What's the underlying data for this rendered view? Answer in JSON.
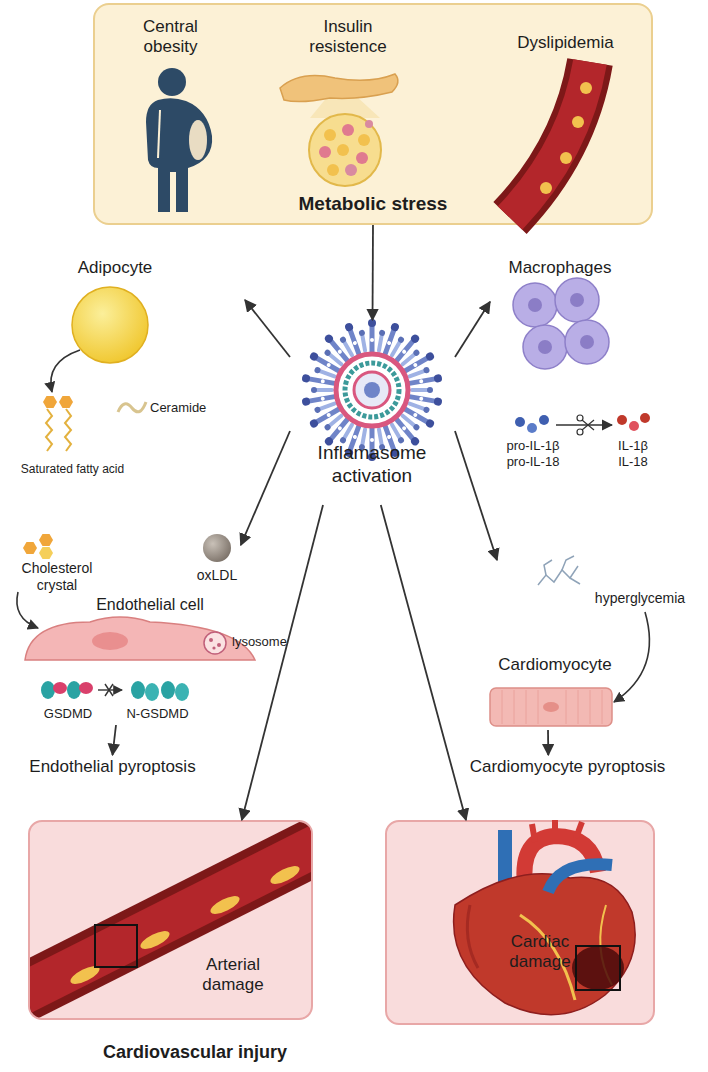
{
  "diagram": {
    "caption": "Cardiovascular injury",
    "nodes": [
      {
        "text": [
          "Central obesity",
          "Insulin resistence",
          "Dyslipidemia",
          "Metabolic stress"
        ]
      },
      {
        "text": [
          "Inflamasome activation"
        ]
      },
      {
        "text": [
          "Adipocyte"
        ]
      },
      {
        "text": [
          "Macrophages"
        ]
      },
      {
        "text": [
          "Endothelial cell"
        ]
      },
      {
        "text": [
          "Cardiomyocyte"
        ]
      },
      {
        "text": [
          "Endothelial pyroptosis"
        ]
      },
      {
        "text": [
          "Cardiomyocyte pyroptosis"
        ]
      },
      {
        "text": [
          "Arterial damage"
        ]
      },
      {
        "text": [
          "Cardiac damage"
        ]
      }
    ],
    "edges": [
      {
        "from": 0,
        "to": 1,
        "arrow": "to"
      },
      {
        "from": 1,
        "to": 2,
        "arrow": "to"
      },
      {
        "from": 1,
        "to": 3,
        "arrow": "to"
      },
      {
        "from": 1,
        "to": 4,
        "arrow": "to"
      },
      {
        "from": 1,
        "to": 5,
        "arrow": "to"
      },
      {
        "from": 4,
        "to": 6,
        "arrow": "to"
      },
      {
        "from": 5,
        "to": 7,
        "arrow": "to"
      },
      {
        "from": 1,
        "to": 8,
        "arrow": "to"
      },
      {
        "from": 1,
        "to": 9,
        "arrow": "to"
      }
    ],
    "labels": [
      "Saturated fatty acid",
      "Ceramide",
      "pro-IL-1β pro-IL-18",
      "IL-1β IL-18",
      "Cholesterol crystal",
      "oxLDL",
      "lysosome",
      "GSDMD",
      "N-GSDMD",
      "hyperglycemia"
    ]
  }
}
